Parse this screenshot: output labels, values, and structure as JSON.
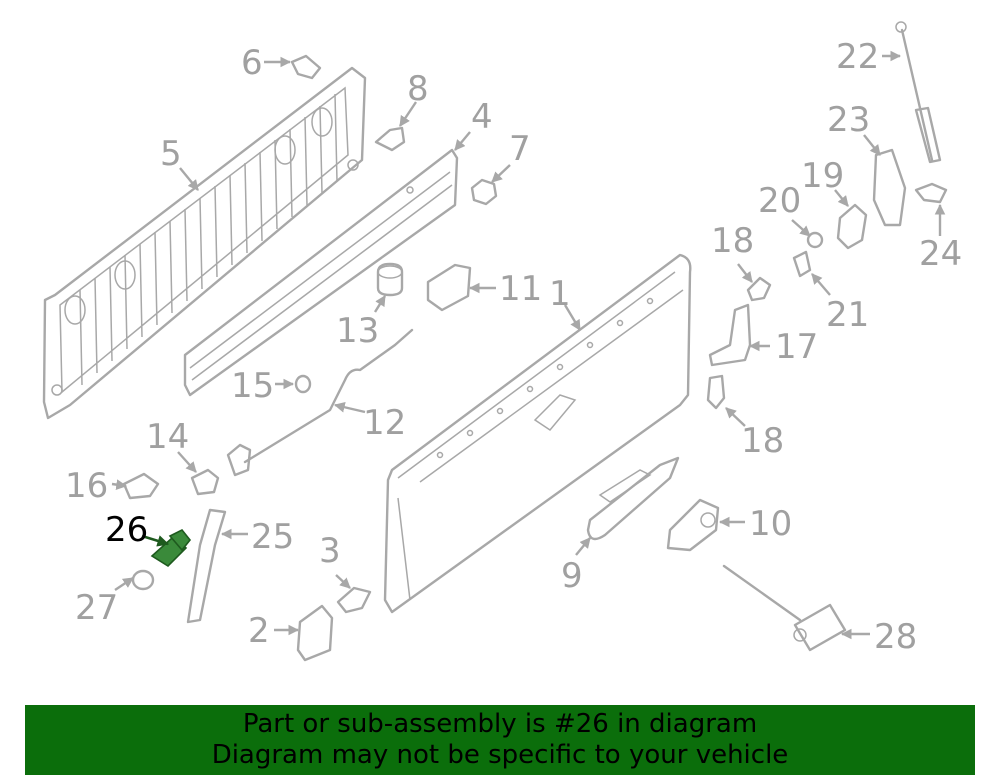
{
  "diagram": {
    "callouts": {
      "c1": "1",
      "c2": "2",
      "c3": "3",
      "c4": "4",
      "c5": "5",
      "c6": "6",
      "c7": "7",
      "c8": "8",
      "c9": "9",
      "c10": "10",
      "c11": "11",
      "c12": "12",
      "c13": "13",
      "c14": "14",
      "c15": "15",
      "c16": "16",
      "c17": "17",
      "c18a": "18",
      "c18b": "18",
      "c19": "19",
      "c20": "20",
      "c21": "21",
      "c22": "22",
      "c23": "23",
      "c24": "24",
      "c25": "25",
      "c26": "26",
      "c27": "27",
      "c28": "28"
    },
    "highlighted_part": "26",
    "highlight_color": "#3a8a3a",
    "line_color": "#a8a8a8"
  },
  "banner": {
    "line1": "Part or sub-assembly is #26 in diagram",
    "line2": "Diagram may not be specific to your vehicle",
    "background": "#0b6e0b"
  }
}
